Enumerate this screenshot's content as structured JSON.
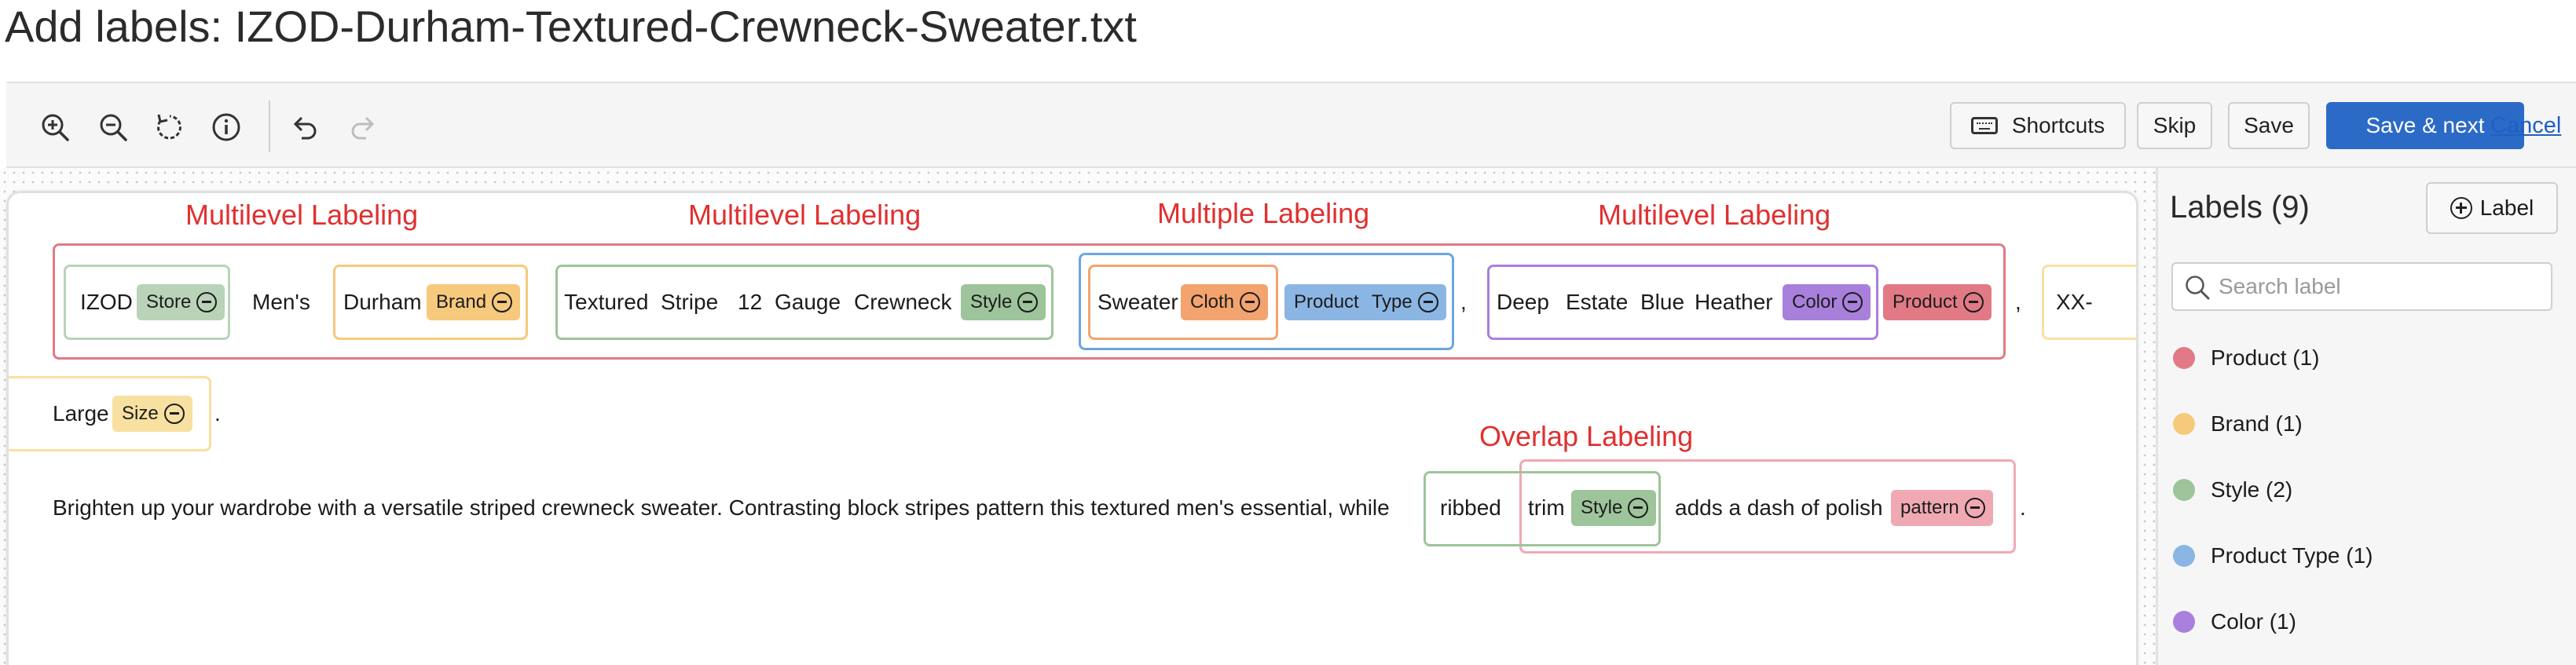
{
  "page": {
    "title": "Add labels: IZOD-Durham-Textured-Crewneck-Sweater.txt"
  },
  "toolbar": {
    "icons": [
      "zoom-in-icon",
      "zoom-out-icon",
      "reset-icon",
      "info-icon",
      "undo-icon",
      "redo-icon"
    ],
    "shortcuts_label": "Shortcuts",
    "skip_label": "Skip",
    "save_label": "Save",
    "save_next_label": "Save & next",
    "cancel_label": "Cancel"
  },
  "colors": {
    "annotation": "#e03030",
    "store": "#b9d3b8",
    "brand": "#f6c97c",
    "style": "#9dc49a",
    "cloth": "#f3a36e",
    "product_type": "#8bb6e4",
    "color": "#a880dc",
    "product": "#e17a85",
    "size": "#f8e0a0",
    "pattern": "#f0a9b3",
    "primary": "#2c6ac7"
  },
  "annotations": {
    "multilevel_1": "Multilevel Labeling",
    "multilevel_2": "Multilevel Labeling",
    "multiple": "Multiple Labeling",
    "multilevel_3": "Multilevel Labeling",
    "overlap": "Overlap Labeling"
  },
  "document": {
    "line1": {
      "izod": "IZOD",
      "store_tag": "Store",
      "mens": "Men's",
      "durham": "Durham",
      "brand_tag": "Brand",
      "textured": "Textured",
      "stripe": "Stripe",
      "twelve": "12",
      "gauge": "Gauge",
      "crewneck": "Crewneck",
      "style_tag": "Style",
      "sweater": "Sweater",
      "cloth_tag": "Cloth",
      "product_type_a": "Product",
      "product_type_b": "Type",
      "comma1": ",",
      "deep": "Deep",
      "estate": "Estate",
      "blue": "Blue",
      "heather": "Heather",
      "color_tag": "Color",
      "product_tag": "Product",
      "comma2": ",",
      "xx": "XX-"
    },
    "line2": {
      "large": "Large",
      "size_tag": "Size",
      "period": "."
    },
    "line3": {
      "sentence": "Brighten up your wardrobe with a versatile striped crewneck sweater. Contrasting block stripes pattern this textured men's essential, while",
      "ribbed": "ribbed",
      "trim": "trim",
      "style_tag": "Style",
      "adds": "adds a dash of polish",
      "pattern_tag": "pattern",
      "period": "."
    }
  },
  "labels_panel": {
    "title": "Labels (9)",
    "add_label": "Label",
    "search_placeholder": "Search label",
    "items": [
      {
        "label": "Product (1)",
        "color": "#e17a85"
      },
      {
        "label": "Brand (1)",
        "color": "#f6c97c"
      },
      {
        "label": "Style (2)",
        "color": "#9dc49a"
      },
      {
        "label": "Product Type (1)",
        "color": "#8bb6e4"
      },
      {
        "label": "Color (1)",
        "color": "#a880dc"
      }
    ]
  }
}
